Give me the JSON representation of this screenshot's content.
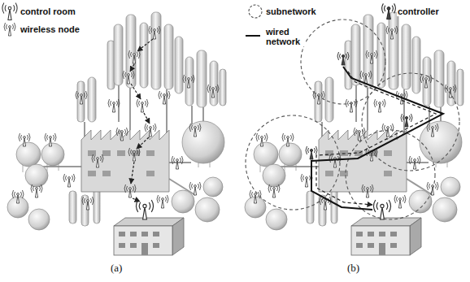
{
  "diagram": {
    "labels": [
      "(a)",
      "(b)"
    ],
    "legend": [
      {
        "text": "control room"
      },
      {
        "text": "wireless node"
      },
      {
        "text": "subnetwork"
      },
      {
        "text": "wired network"
      },
      {
        "text": "controller"
      }
    ]
  }
}
